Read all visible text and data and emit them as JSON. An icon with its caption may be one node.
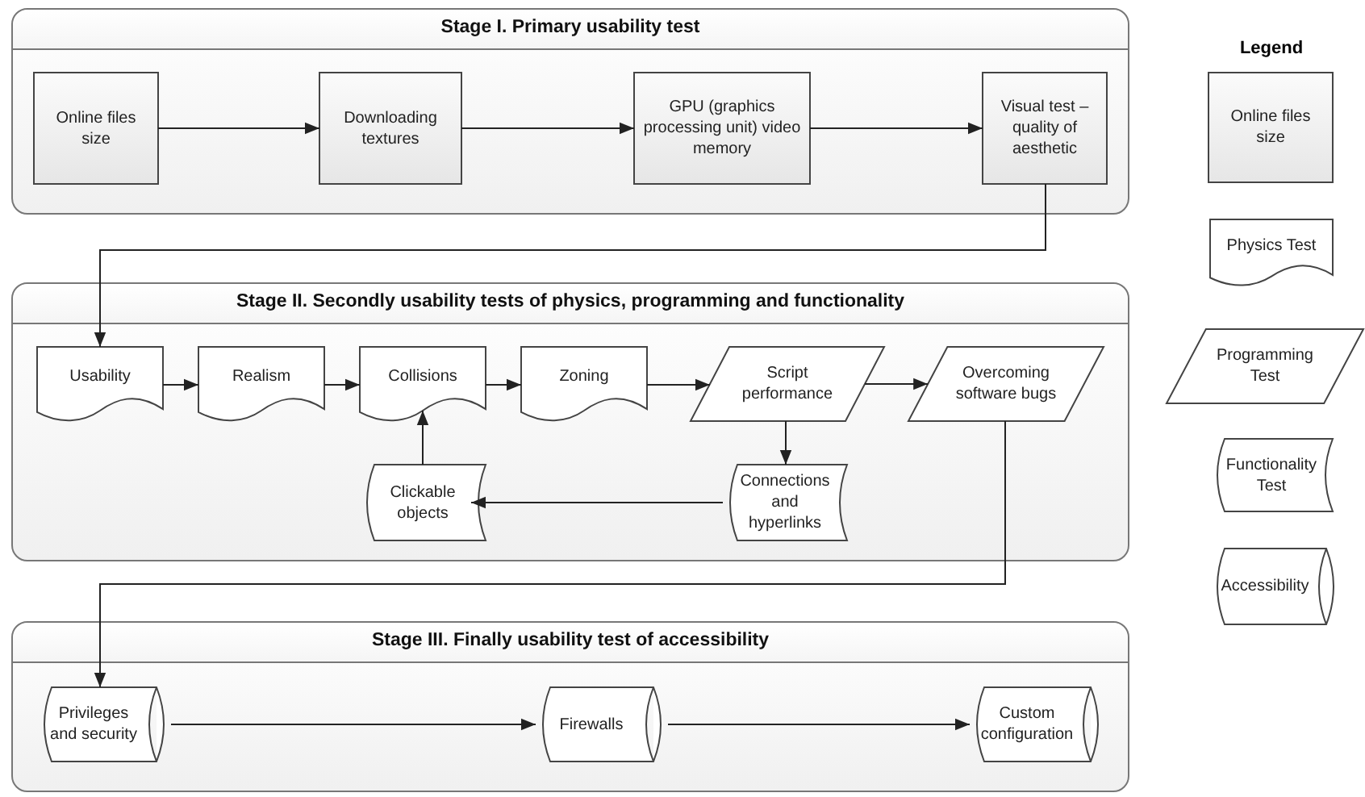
{
  "diagram": {
    "nodes": [
      {
        "text": [
          "Stage I. Primary usability test"
        ]
      },
      {
        "text": [
          "Online files size"
        ],
        "in": 0
      },
      {
        "text": [
          "Downloading textures"
        ],
        "in": 0
      },
      {
        "text": [
          "GPU (graphics processing unit) video memory"
        ],
        "in": 0
      },
      {
        "text": [
          "Visual test – quality of aesthetic"
        ],
        "in": 0
      },
      {
        "text": [
          "Stage II. Secondly usability tests of physics, programming and functionality"
        ]
      },
      {
        "text": [
          "Usability"
        ],
        "in": 5
      },
      {
        "text": [
          "Realism"
        ],
        "in": 5
      },
      {
        "text": [
          "Collisions"
        ],
        "in": 5
      },
      {
        "text": [
          "Zoning"
        ],
        "in": 5
      },
      {
        "text": [
          "Script performance"
        ],
        "in": 5
      },
      {
        "text": [
          "Overcoming software bugs"
        ],
        "in": 5
      },
      {
        "text": [
          "Clickable objects"
        ],
        "in": 5
      },
      {
        "text": [
          "Connections and hyperlinks"
        ],
        "in": 5
      },
      {
        "text": [
          "Stage III. Finally usability test of accessibility"
        ]
      },
      {
        "text": [
          "Privileges and security"
        ],
        "in": 14
      },
      {
        "text": [
          "Firewalls"
        ],
        "in": 14
      },
      {
        "text": [
          "Custom configuration"
        ],
        "in": 14
      }
    ],
    "edges": [
      {
        "from": 1,
        "to": 2,
        "arrow": "to"
      },
      {
        "from": 2,
        "to": 3,
        "arrow": "to"
      },
      {
        "from": 3,
        "to": 4,
        "arrow": "to"
      },
      {
        "from": 4,
        "to": 6,
        "arrow": "to"
      },
      {
        "from": 6,
        "to": 7,
        "arrow": "to"
      },
      {
        "from": 7,
        "to": 8,
        "arrow": "to"
      },
      {
        "from": 8,
        "to": 9,
        "arrow": "to"
      },
      {
        "from": 9,
        "to": 10,
        "arrow": "to"
      },
      {
        "from": 10,
        "to": 11,
        "arrow": "to"
      },
      {
        "from": 10,
        "to": 13,
        "arrow": "to"
      },
      {
        "from": 13,
        "to": 12,
        "arrow": "to"
      },
      {
        "from": 12,
        "to": 8,
        "arrow": "to"
      },
      {
        "from": 11,
        "to": 15,
        "arrow": "to"
      },
      {
        "from": 15,
        "to": 16,
        "arrow": "to"
      },
      {
        "from": 16,
        "to": 17,
        "arrow": "to"
      }
    ],
    "labels": [
      "Legend"
    ],
    "legend": [
      {
        "text": "Online files size"
      },
      {
        "text": "Physics Test"
      },
      {
        "text": "Programming Test"
      },
      {
        "text": "Functionality Test"
      },
      {
        "text": "Accessibility"
      }
    ]
  }
}
